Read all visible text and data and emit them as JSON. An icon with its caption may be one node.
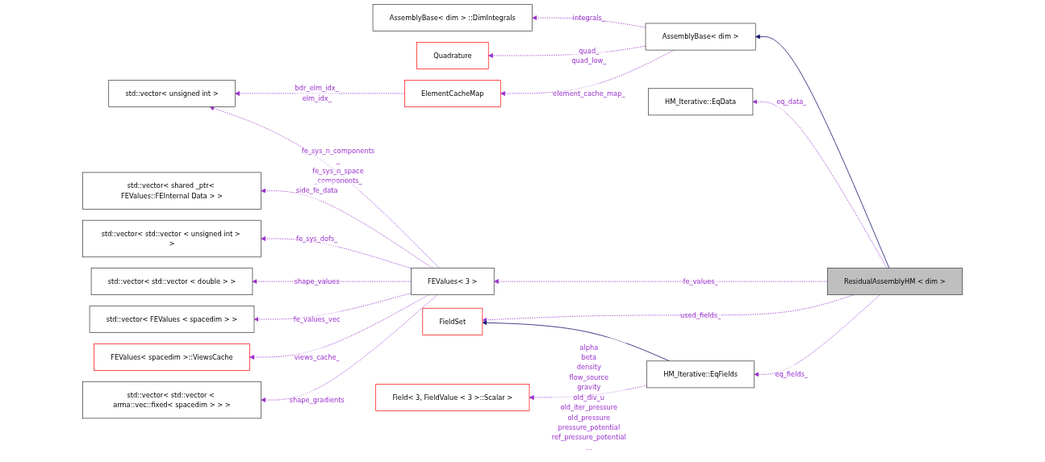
{
  "diagram": {
    "nodes": [
      {
        "text": [
          "std::vector< unsigned int >"
        ]
      },
      {
        "text": [
          "AssemblyBase< dim > ::DimIntegrals"
        ]
      },
      {
        "text": [
          "std::vector< shared _ptr< FEValues::FEInternal Data > >"
        ]
      },
      {
        "text": [
          "Quadrature"
        ]
      },
      {
        "text": [
          "ElementCacheMap"
        ]
      },
      {
        "text": [
          "AssemblyBase< dim >"
        ]
      },
      {
        "text": [
          "std::vector< std::vector < unsigned int > >"
        ]
      },
      {
        "text": [
          "FEValues< 3 >"
        ]
      },
      {
        "text": [
          "std::vector< std::vector < double > >"
        ]
      },
      {
        "text": [
          "HM_Iterative::EqData"
        ]
      },
      {
        "text": [
          "ResidualAssemblyHM < dim >"
        ]
      },
      {
        "text": [
          "std::vector< FEValues < spacedim > >"
        ]
      },
      {
        "text": [
          "FieldSet"
        ]
      },
      {
        "text": [
          "HM_Iterative::EqFields"
        ]
      },
      {
        "text": [
          "FEValues< spacedim >::ViewsCache"
        ]
      },
      {
        "text": [
          "std::vector< std::vector < arma::vec::fixed< spacedim > > >"
        ]
      },
      {
        "text": [
          "Field< 3, FieldValue < 3 >::Scalar >"
        ]
      }
    ],
    "edges": [
      {
        "from": 10,
        "to": 5,
        "arrow": "to",
        "color": "#191970"
      },
      {
        "from": 5,
        "to": 1,
        "arrow": "to",
        "label": "integrals_",
        "style": "dashed"
      },
      {
        "from": 5,
        "to": 3,
        "arrow": "to",
        "label": "quad_ quad_low_",
        "style": "dashed"
      },
      {
        "from": 5,
        "to": 4,
        "arrow": "to",
        "label": "element_cache_map_",
        "style": "dashed"
      },
      {
        "from": 4,
        "to": 0,
        "arrow": "to",
        "label": "bdr_elm_idx_ elm_idx_",
        "style": "dashed"
      },
      {
        "from": 10,
        "to": 7,
        "arrow": "to",
        "label": "fe_values_",
        "style": "dashed"
      },
      {
        "from": 7,
        "to": 0,
        "arrow": "to",
        "label": "fe_sys_n_components _ fe_sys_n_space _components_",
        "style": "dashed"
      },
      {
        "from": 7,
        "to": 2,
        "arrow": "to",
        "label": "side_fe_data",
        "style": "dashed"
      },
      {
        "from": 7,
        "to": 6,
        "arrow": "to",
        "label": "fe_sys_dofs_",
        "style": "dashed"
      },
      {
        "from": 7,
        "to": 8,
        "arrow": "to",
        "label": "shape_values",
        "style": "dashed"
      },
      {
        "from": 7,
        "to": 11,
        "arrow": "to",
        "label": "fe_values_vec",
        "style": "dashed"
      },
      {
        "from": 7,
        "to": 14,
        "arrow": "to",
        "label": "views_cache_",
        "style": "dashed"
      },
      {
        "from": 7,
        "to": 15,
        "arrow": "to",
        "label": "shape_gradients",
        "style": "dashed"
      },
      {
        "from": 10,
        "to": 9,
        "arrow": "to",
        "label": "eq_data_",
        "style": "dashed"
      },
      {
        "from": 10,
        "to": 12,
        "arrow": "to",
        "label": "used_fields_",
        "style": "dashed"
      },
      {
        "from": 10,
        "to": 13,
        "arrow": "to",
        "label": "eq_fields_",
        "style": "dashed"
      },
      {
        "from": 13,
        "to": 12,
        "arrow": "to",
        "color": "#191970"
      },
      {
        "from": 13,
        "to": 16,
        "arrow": "to",
        "label": "alpha beta density flow_source gravity old_div_u old_iter_pressure old_pressure pressure_potential ref_pressure_potential ...",
        "style": "dashed"
      }
    ]
  }
}
